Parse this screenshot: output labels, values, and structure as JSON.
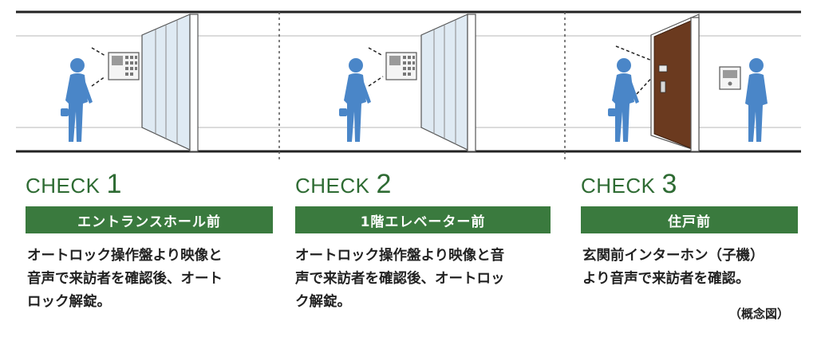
{
  "panels": [
    {
      "check_word": "CHECK",
      "check_number": "1",
      "location": "エントランスホール前",
      "description": "オートロック操作盤より映像と\n音声で来訪者を確認後、オート\nロック解錠。"
    },
    {
      "check_word": "CHECK",
      "check_number": "2",
      "location": "1階エレベーター前",
      "description": "オートロック操作盤より映像と音\n声で来訪者を確認後、オートロッ\nク解錠。"
    },
    {
      "check_word": "CHECK",
      "check_number": "3",
      "location": "住戸前",
      "description": "玄関前インターホン（子機）\nより音声で来訪者を確認。"
    }
  ],
  "note": "（概念図）",
  "colors": {
    "accent_green": "#3a7a3e",
    "figure_blue": "#4a86c8",
    "door_brown": "#6b3a1f",
    "glass": "#dfeaf3"
  }
}
